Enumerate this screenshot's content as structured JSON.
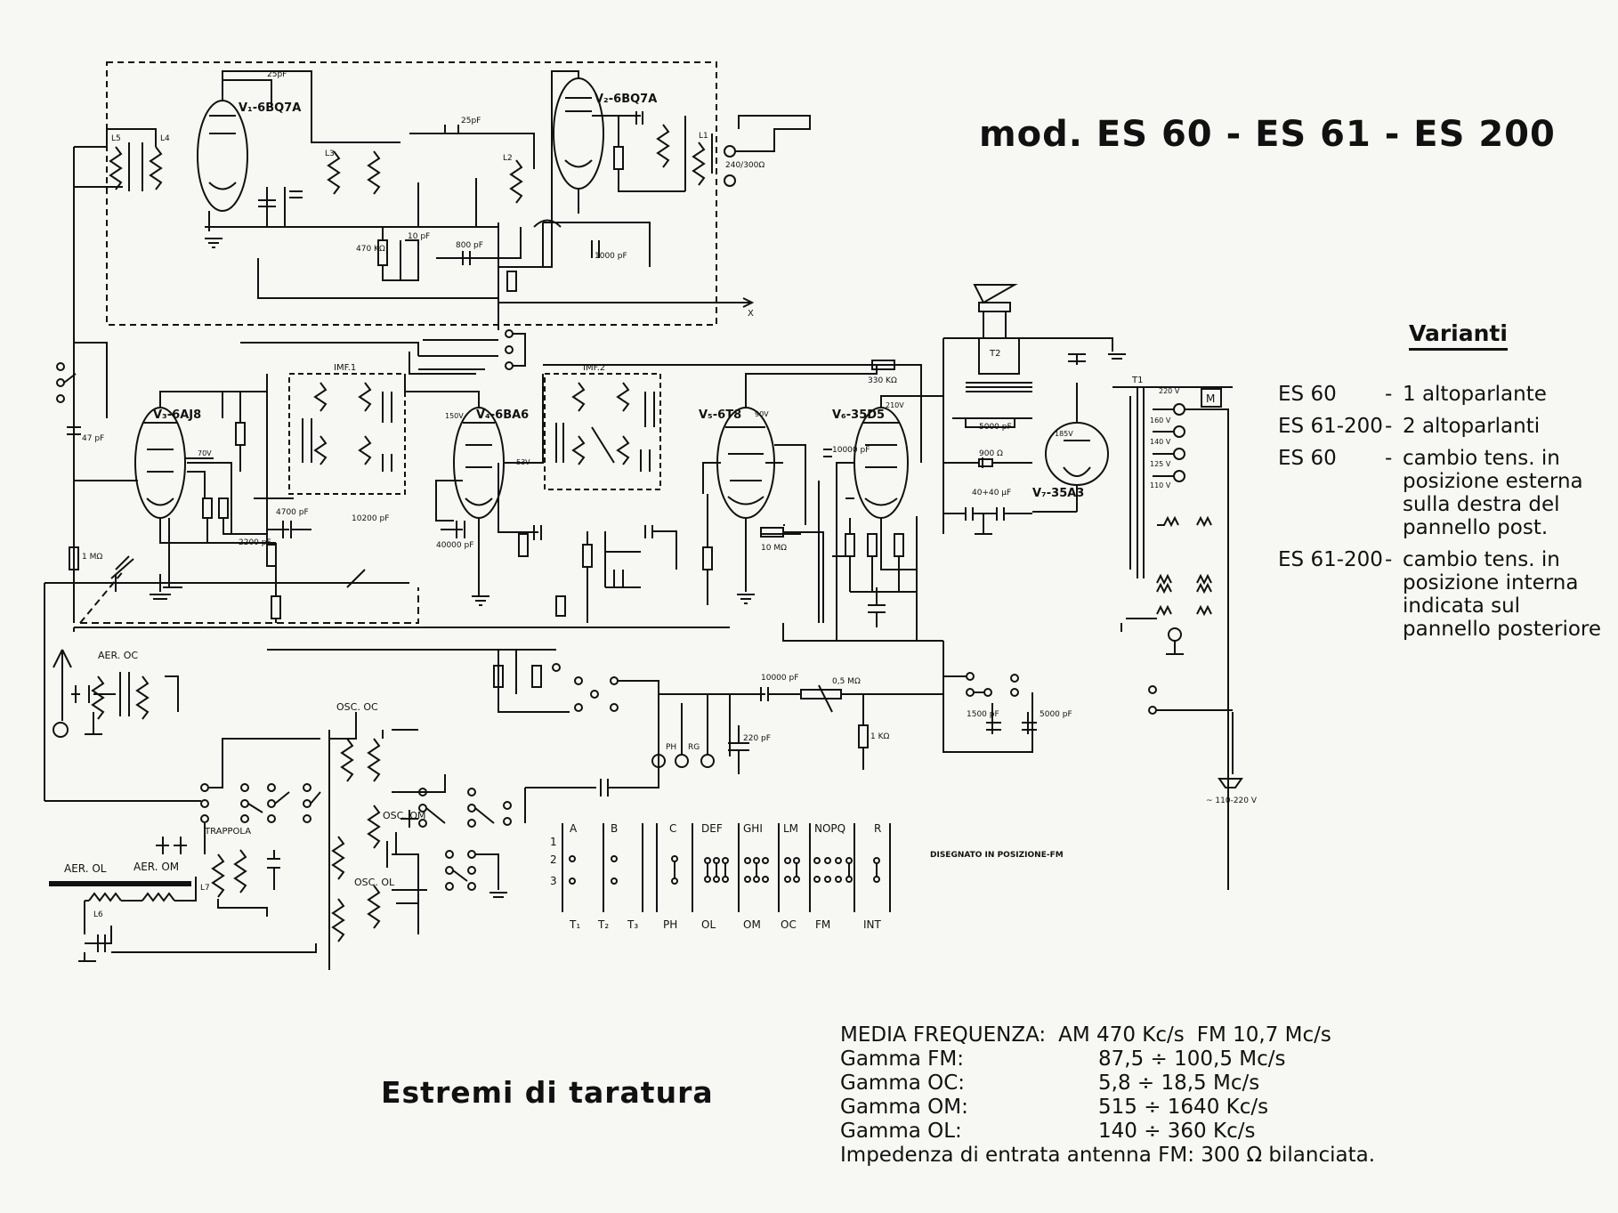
{
  "title": "mod. ES 60 - ES 61 - ES 200",
  "varianti": {
    "heading": "Varianti",
    "items": [
      {
        "model": "ES 60",
        "desc": "1 altoparlante"
      },
      {
        "model": "ES 61-200",
        "desc": "2 altoparlanti"
      },
      {
        "model": "ES 60",
        "desc": "cambio tens. in posizione esterna sulla destra del pannello post."
      },
      {
        "model": "ES 61-200",
        "desc": "cambio tens. in posizione interna indicata sul pannello posteriore"
      }
    ]
  },
  "taratura": {
    "heading": "Estremi di taratura",
    "if_label": "MEDIA FREQUENZA:",
    "if_am": "AM 470 Kc/s",
    "if_fm": "FM 10,7 Mc/s",
    "bands": [
      {
        "label": "Gamma FM:",
        "value": "87,5 ÷ 100,5 Mc/s"
      },
      {
        "label": "Gamma OC:",
        "value": "5,8 ÷ 18,5 Mc/s"
      },
      {
        "label": "Gamma OM:",
        "value": "515 ÷ 1640 Kc/s"
      },
      {
        "label": "Gamma OL:",
        "value": "140 ÷ 360 Kc/s"
      }
    ],
    "impedance": "Impedenza di entrata antenna FM: 300 Ω bilanciata."
  },
  "note": "DISEGNATO IN POSIZIONE-FM",
  "tubes": {
    "v1": "V₁-6BQ7A",
    "v2": "V₂-6BQ7A",
    "v3": "V₃-6AJ8",
    "v4": "V₄-6BA6",
    "v5": "V₅-6T8",
    "v6": "V₆-35D5",
    "v7": "V₇-35A3"
  },
  "labels": {
    "ifm1": "IMF.1",
    "ifm2": "IMF.2",
    "aer_oc": "AER. OC",
    "osc_oc": "OSC. OC",
    "osc_om": "OSC. OM",
    "osc_ol": "OSC. OL",
    "aer_ol": "AER. OL",
    "aer_om": "AER. OM",
    "trappola": "TRAPPOLA",
    "t2": "T2",
    "t1": "T1",
    "mains": "~ 110-220 V",
    "c25pf": "25pF",
    "c25pf2": "25pF",
    "c470k": "470 KΩ",
    "c10pf": "10 pF",
    "c800pf": "800 pF",
    "c1000pf": "1000 pF",
    "c47pf": "47 pF",
    "r1m": "1 MΩ",
    "c4700pf": "4700 pF",
    "c2200pf": "2200 pF",
    "c10200pf": "10200 pF",
    "c40000pf": "40000 pF",
    "r330k": "330 KΩ",
    "r10m": "10 MΩ",
    "c10000pf": "10000 pF",
    "c5000pf": "5000 pF",
    "r900": "900 Ω",
    "c40_40": "40+40 μF",
    "r05m": "0,5 MΩ",
    "c10000pf2": "10000 pF",
    "c220pf": "220 pF",
    "r1k": "1 KΩ",
    "c1500pf": "1500 pF",
    "c5000pf2": "5000 pF",
    "ph": "PH",
    "rg": "RG",
    "v220": "220 V",
    "v160": "160 V",
    "v140": "140 V",
    "v125": "125 V",
    "v110": "110 V",
    "m": "M",
    "x": "X",
    "v185": "185V",
    "v210": "210V",
    "v70": "70V",
    "v150": "150V",
    "v53": "53V",
    "v90": "90V",
    "l1": "L1",
    "l2": "L2",
    "l3": "L3",
    "l4": "L4",
    "l5": "L5",
    "l6": "L6",
    "l7": "L7",
    "r240": "240/300Ω"
  },
  "switch_table": {
    "columns": [
      "A",
      "B",
      "C",
      "DEF",
      "GHI",
      "LM",
      "NOPQ",
      "R"
    ],
    "rows": [
      "1",
      "2",
      "3"
    ],
    "footer": [
      "T₁",
      "T₂",
      "T₃",
      "PH",
      "OL",
      "OM",
      "OC",
      "FM",
      "INT"
    ]
  }
}
